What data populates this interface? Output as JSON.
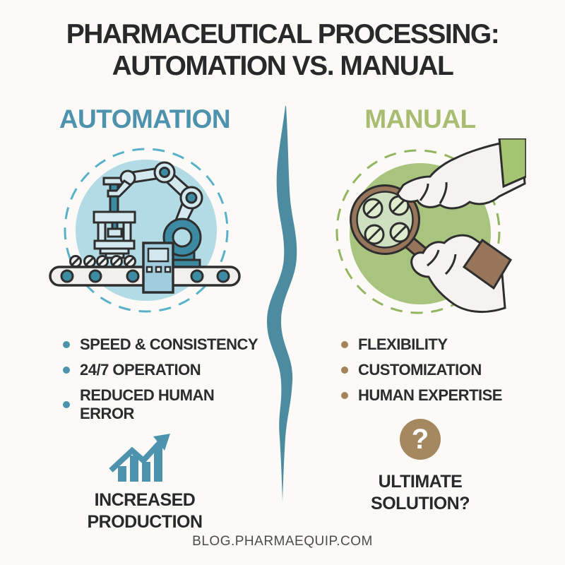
{
  "title": {
    "lines": [
      "PHARMACEUTICAL PROCESSING:",
      "AUTOMATION VS. MANUAL"
    ]
  },
  "divider": {
    "color": "#4d8ba0"
  },
  "automation": {
    "heading": "AUTOMATION",
    "heading_color": "#4e93ad",
    "illustration": "robot-arm-conveyor",
    "bullets": [
      "SPEED & CONSISTENCY",
      "24/7 OPERATION",
      "REDUCED HUMAN ERROR"
    ],
    "bullet_color": "#4e93ad",
    "icon": "bar-chart-growth-icon",
    "icon_color": "#4e93ad",
    "caption_lines": [
      "INCREASED",
      "PRODUCTION"
    ]
  },
  "manual": {
    "heading": "MANUAL",
    "heading_color": "#a9bd72",
    "illustration": "hands-magnifying-pills",
    "bullets": [
      "FLEXIBILITY",
      "CUSTOMIZATION",
      "HUMAN EXPERTISE"
    ],
    "bullet_color": "#a5825a",
    "icon": "question-mark-icon",
    "icon_glyph": "?",
    "icon_color": "#a5885f",
    "caption_lines": [
      "ULTIMATE",
      "SOLUTION?"
    ]
  },
  "footer": {
    "url": "BLOG.PHARMAEQUIP.COM"
  }
}
